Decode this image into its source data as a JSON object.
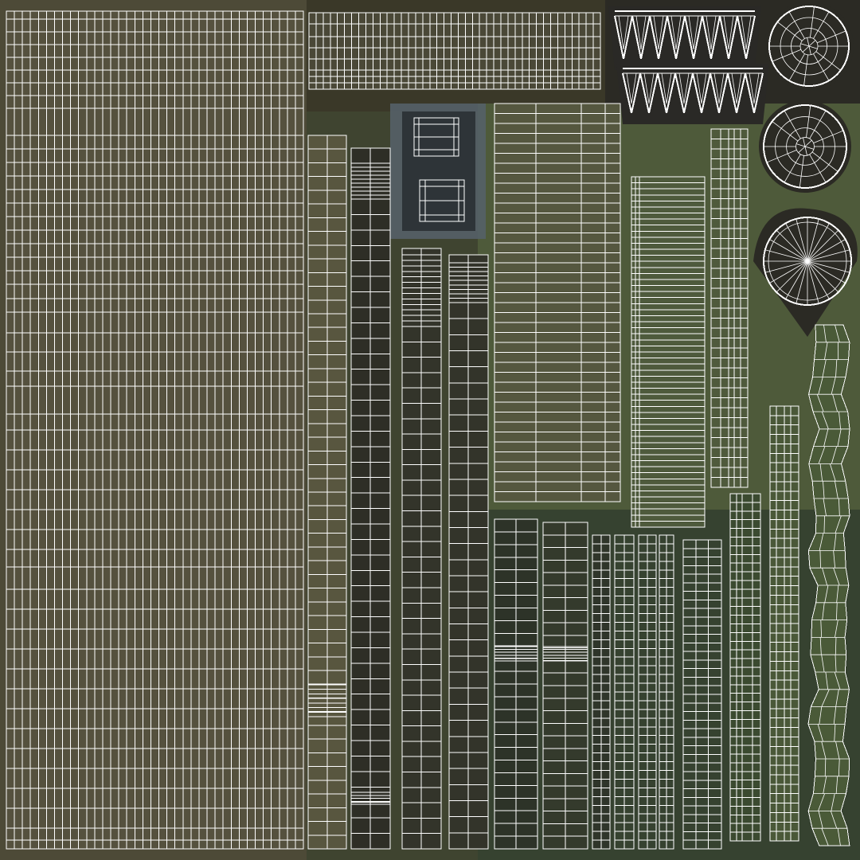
{
  "image": {
    "kind": "uv-texture-layout",
    "background_color": "#3f4430",
    "wireframe_color": "#ffffff"
  },
  "islands": [
    {
      "name": "large-left-panel",
      "shape": "grid",
      "texture": "#55513e"
    },
    {
      "name": "top-strip",
      "shape": "grid",
      "texture": "#4a4837"
    },
    {
      "name": "zigzag-top",
      "shape": "zigzag"
    },
    {
      "name": "zigzag-bottom",
      "shape": "zigzag"
    },
    {
      "name": "circle-1",
      "shape": "circle-cells"
    },
    {
      "name": "circle-2",
      "shape": "circle-cells"
    },
    {
      "name": "circle-3",
      "shape": "circle-radial"
    },
    {
      "name": "small-box-1",
      "shape": "box"
    },
    {
      "name": "small-box-2",
      "shape": "box"
    },
    {
      "name": "column-1",
      "shape": "grid",
      "texture": "#58563f"
    },
    {
      "name": "column-2",
      "shape": "grid",
      "texture": "#2e2e26"
    },
    {
      "name": "column-3",
      "shape": "grid",
      "texture": "#33342a"
    },
    {
      "name": "column-4",
      "shape": "grid",
      "texture": "#33342a"
    },
    {
      "name": "center-panel",
      "shape": "grid",
      "texture": "#55573f"
    },
    {
      "name": "mid-panel",
      "shape": "grid",
      "texture": "#4e5a3c"
    },
    {
      "name": "narrow-panel",
      "shape": "grid",
      "texture": "#4f5a3c"
    },
    {
      "name": "bottom-block-1",
      "shape": "grid",
      "texture": "#2d3328"
    },
    {
      "name": "bottom-block-2",
      "shape": "grid",
      "texture": "#343a2c"
    },
    {
      "name": "thin-strips",
      "shape": "grid",
      "texture": "#2f352a"
    },
    {
      "name": "right-strip-1",
      "shape": "grid",
      "texture": "#3b4a30"
    },
    {
      "name": "right-strip-2",
      "shape": "grid",
      "texture": "#4a5838"
    },
    {
      "name": "wavy-strip",
      "shape": "wavy",
      "texture": "#4a5a38"
    }
  ]
}
